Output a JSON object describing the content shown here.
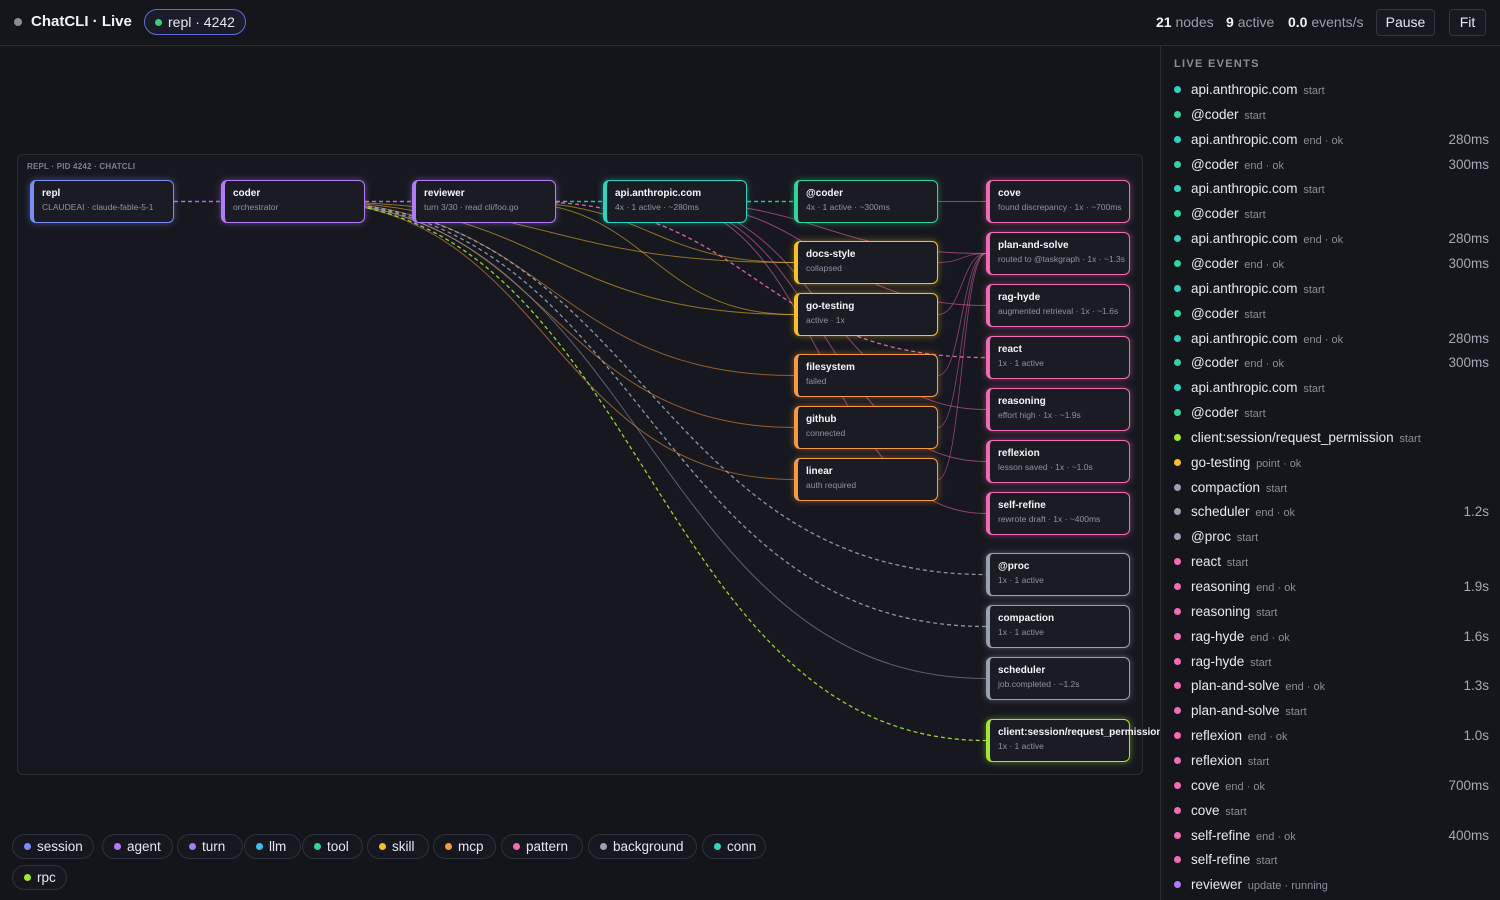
{
  "header": {
    "title": "ChatCLI · Live",
    "repl_badge": "repl · 4242",
    "stats": {
      "nodes": "21",
      "nodes_label": "nodes",
      "active": "9",
      "active_label": "active",
      "rate": "0.0",
      "rate_label": "events/s"
    },
    "pause_label": "Pause",
    "fit_label": "Fit"
  },
  "colors": {
    "session": "#7b8cf5",
    "agent": "#b27cf6",
    "turn": "#a47ef0",
    "llm": "#38bdf8",
    "tool": "#34d399",
    "skill": "#f5c02a",
    "mcp": "#f59a42",
    "pattern": "#f46bb5",
    "background": "#9aa1b2",
    "conn": "#2dd4bf",
    "rpc": "#a3e635"
  },
  "graph": {
    "frame_label": "REPL · PID 4242 · CHATCLI",
    "nodes": [
      {
        "id": "repl",
        "title": "repl",
        "subtitle": "CLAUDEAI · claude-fable-5-1",
        "kind": "session"
      },
      {
        "id": "coder",
        "title": "coder",
        "subtitle": "orchestrator",
        "kind": "agent"
      },
      {
        "id": "reviewer",
        "title": "reviewer",
        "subtitle": "turn 3/30 · read cli/foo.go",
        "kind": "agent"
      },
      {
        "id": "api",
        "title": "api.anthropic.com",
        "subtitle": "4x · 1 active · ~280ms",
        "kind": "conn"
      },
      {
        "id": "atcoder",
        "title": "@coder",
        "subtitle": "4x · 1 active · ~300ms",
        "kind": "tool"
      },
      {
        "id": "docs-style",
        "title": "docs-style",
        "subtitle": "collapsed",
        "kind": "skill"
      },
      {
        "id": "go-testing",
        "title": "go-testing",
        "subtitle": "active · 1x",
        "kind": "skill"
      },
      {
        "id": "filesystem",
        "title": "filesystem",
        "subtitle": "failed",
        "kind": "mcp"
      },
      {
        "id": "github",
        "title": "github",
        "subtitle": "connected",
        "kind": "mcp"
      },
      {
        "id": "linear",
        "title": "linear",
        "subtitle": "auth required",
        "kind": "mcp"
      },
      {
        "id": "cove",
        "title": "cove",
        "subtitle": "found discrepancy · 1x · ~700ms",
        "kind": "pattern"
      },
      {
        "id": "plan-and-solve",
        "title": "plan-and-solve",
        "subtitle": "routed to @taskgraph · 1x · ~1.3s",
        "kind": "pattern"
      },
      {
        "id": "rag-hyde",
        "title": "rag-hyde",
        "subtitle": "augmented retrieval · 1x · ~1.6s",
        "kind": "pattern"
      },
      {
        "id": "react",
        "title": "react",
        "subtitle": "1x · 1 active",
        "kind": "pattern"
      },
      {
        "id": "reasoning",
        "title": "reasoning",
        "subtitle": "effort high · 1x · ~1.9s",
        "kind": "pattern"
      },
      {
        "id": "reflexion",
        "title": "reflexion",
        "subtitle": "lesson saved · 1x · ~1.0s",
        "kind": "pattern"
      },
      {
        "id": "self-refine",
        "title": "self-refine",
        "subtitle": "rewrote draft · 1x · ~400ms",
        "kind": "pattern"
      },
      {
        "id": "proc",
        "title": "@proc",
        "subtitle": "1x · 1 active",
        "kind": "background"
      },
      {
        "id": "compaction",
        "title": "compaction",
        "subtitle": "1x · 1 active",
        "kind": "background"
      },
      {
        "id": "scheduler",
        "title": "scheduler",
        "subtitle": "job.completed · ~1.2s",
        "kind": "background"
      },
      {
        "id": "client-rpc",
        "title": "client:session/request_permission",
        "subtitle": "1x · 1 active",
        "kind": "rpc"
      }
    ]
  },
  "legend": [
    {
      "label": "session",
      "kind": "session"
    },
    {
      "label": "agent",
      "kind": "agent"
    },
    {
      "label": "turn",
      "kind": "turn"
    },
    {
      "label": "llm",
      "kind": "llm"
    },
    {
      "label": "tool",
      "kind": "tool"
    },
    {
      "label": "skill",
      "kind": "skill"
    },
    {
      "label": "mcp",
      "kind": "mcp"
    },
    {
      "label": "pattern",
      "kind": "pattern"
    },
    {
      "label": "background",
      "kind": "background"
    },
    {
      "label": "conn",
      "kind": "conn"
    },
    {
      "label": "rpc",
      "kind": "rpc"
    }
  ],
  "events": {
    "title": "LIVE EVENTS",
    "items": [
      {
        "name": "api.anthropic.com",
        "kind_text": "start",
        "duration": "",
        "kind": "conn"
      },
      {
        "name": "@coder",
        "kind_text": "start",
        "duration": "",
        "kind": "tool"
      },
      {
        "name": "api.anthropic.com",
        "kind_text": "end · ok",
        "duration": "280ms",
        "kind": "conn"
      },
      {
        "name": "@coder",
        "kind_text": "end · ok",
        "duration": "300ms",
        "kind": "tool"
      },
      {
        "name": "api.anthropic.com",
        "kind_text": "start",
        "duration": "",
        "kind": "conn"
      },
      {
        "name": "@coder",
        "kind_text": "start",
        "duration": "",
        "kind": "tool"
      },
      {
        "name": "api.anthropic.com",
        "kind_text": "end · ok",
        "duration": "280ms",
        "kind": "conn"
      },
      {
        "name": "@coder",
        "kind_text": "end · ok",
        "duration": "300ms",
        "kind": "tool"
      },
      {
        "name": "api.anthropic.com",
        "kind_text": "start",
        "duration": "",
        "kind": "conn"
      },
      {
        "name": "@coder",
        "kind_text": "start",
        "duration": "",
        "kind": "tool"
      },
      {
        "name": "api.anthropic.com",
        "kind_text": "end · ok",
        "duration": "280ms",
        "kind": "conn"
      },
      {
        "name": "@coder",
        "kind_text": "end · ok",
        "duration": "300ms",
        "kind": "tool"
      },
      {
        "name": "api.anthropic.com",
        "kind_text": "start",
        "duration": "",
        "kind": "conn"
      },
      {
        "name": "@coder",
        "kind_text": "start",
        "duration": "",
        "kind": "tool"
      },
      {
        "name": "client:session/request_permission",
        "kind_text": "start",
        "duration": "",
        "kind": "rpc"
      },
      {
        "name": "go-testing",
        "kind_text": "point · ok",
        "duration": "",
        "kind": "skill"
      },
      {
        "name": "compaction",
        "kind_text": "start",
        "duration": "",
        "kind": "background"
      },
      {
        "name": "scheduler",
        "kind_text": "end · ok",
        "duration": "1.2s",
        "kind": "background"
      },
      {
        "name": "@proc",
        "kind_text": "start",
        "duration": "",
        "kind": "background"
      },
      {
        "name": "react",
        "kind_text": "start",
        "duration": "",
        "kind": "pattern"
      },
      {
        "name": "reasoning",
        "kind_text": "end · ok",
        "duration": "1.9s",
        "kind": "pattern"
      },
      {
        "name": "reasoning",
        "kind_text": "start",
        "duration": "",
        "kind": "pattern"
      },
      {
        "name": "rag-hyde",
        "kind_text": "end · ok",
        "duration": "1.6s",
        "kind": "pattern"
      },
      {
        "name": "rag-hyde",
        "kind_text": "start",
        "duration": "",
        "kind": "pattern"
      },
      {
        "name": "plan-and-solve",
        "kind_text": "end · ok",
        "duration": "1.3s",
        "kind": "pattern"
      },
      {
        "name": "plan-and-solve",
        "kind_text": "start",
        "duration": "",
        "kind": "pattern"
      },
      {
        "name": "reflexion",
        "kind_text": "end · ok",
        "duration": "1.0s",
        "kind": "pattern"
      },
      {
        "name": "reflexion",
        "kind_text": "start",
        "duration": "",
        "kind": "pattern"
      },
      {
        "name": "cove",
        "kind_text": "end · ok",
        "duration": "700ms",
        "kind": "pattern"
      },
      {
        "name": "cove",
        "kind_text": "start",
        "duration": "",
        "kind": "pattern"
      },
      {
        "name": "self-refine",
        "kind_text": "end · ok",
        "duration": "400ms",
        "kind": "pattern"
      },
      {
        "name": "self-refine",
        "kind_text": "start",
        "duration": "",
        "kind": "pattern"
      },
      {
        "name": "reviewer",
        "kind_text": "update · running",
        "duration": "",
        "kind": "agent"
      }
    ]
  }
}
